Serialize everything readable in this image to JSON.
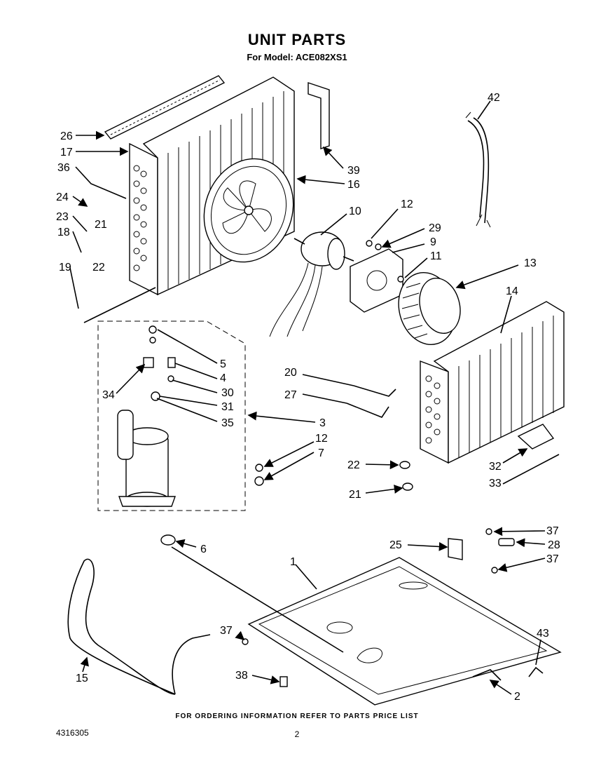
{
  "header": {
    "title": "UNIT PARTS",
    "subtitle": "For Model: ACE082XS1"
  },
  "footer": {
    "ordering_note": "FOR ORDERING INFORMATION REFER TO PARTS PRICE LIST",
    "document_number": "4316305",
    "page_number": "2"
  },
  "callouts": [
    {
      "id": "c26",
      "label": "26"
    },
    {
      "id": "c17",
      "label": "17"
    },
    {
      "id": "c36",
      "label": "36"
    },
    {
      "id": "c24",
      "label": "24"
    },
    {
      "id": "c23",
      "label": "23"
    },
    {
      "id": "c21a",
      "label": "21"
    },
    {
      "id": "c18",
      "label": "18"
    },
    {
      "id": "c22a",
      "label": "22"
    },
    {
      "id": "c19",
      "label": "19"
    },
    {
      "id": "c39",
      "label": "39"
    },
    {
      "id": "c16",
      "label": "16"
    },
    {
      "id": "c42",
      "label": "42"
    },
    {
      "id": "c10",
      "label": "10"
    },
    {
      "id": "c12a",
      "label": "12"
    },
    {
      "id": "c29",
      "label": "29"
    },
    {
      "id": "c9",
      "label": "9"
    },
    {
      "id": "c11",
      "label": "11"
    },
    {
      "id": "c13",
      "label": "13"
    },
    {
      "id": "c14",
      "label": "14"
    },
    {
      "id": "c5",
      "label": "5"
    },
    {
      "id": "c4",
      "label": "4"
    },
    {
      "id": "c30",
      "label": "30"
    },
    {
      "id": "c31",
      "label": "31"
    },
    {
      "id": "c34",
      "label": "34"
    },
    {
      "id": "c35",
      "label": "35"
    },
    {
      "id": "c3",
      "label": "3"
    },
    {
      "id": "c12b",
      "label": "12"
    },
    {
      "id": "c7",
      "label": "7"
    },
    {
      "id": "c20",
      "label": "20"
    },
    {
      "id": "c27",
      "label": "27"
    },
    {
      "id": "c22b",
      "label": "22"
    },
    {
      "id": "c21b",
      "label": "21"
    },
    {
      "id": "c32",
      "label": "32"
    },
    {
      "id": "c33",
      "label": "33"
    },
    {
      "id": "c6",
      "label": "6"
    },
    {
      "id": "c37a",
      "label": "37"
    },
    {
      "id": "c25",
      "label": "25"
    },
    {
      "id": "c28",
      "label": "28"
    },
    {
      "id": "c37b",
      "label": "37"
    },
    {
      "id": "c1",
      "label": "1"
    },
    {
      "id": "c37c",
      "label": "37"
    },
    {
      "id": "c43",
      "label": "43"
    },
    {
      "id": "c15",
      "label": "15"
    },
    {
      "id": "c38",
      "label": "38"
    },
    {
      "id": "c2",
      "label": "2"
    }
  ]
}
